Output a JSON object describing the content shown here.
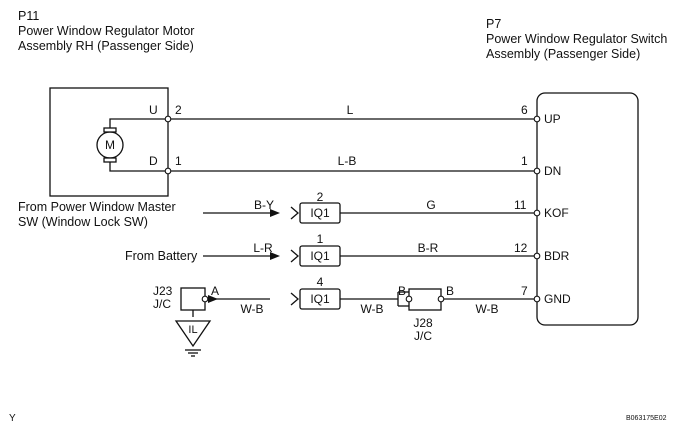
{
  "components": {
    "motor": {
      "id": "P11",
      "line1": "Power Window Regulator Motor",
      "line2": "Assembly RH (Passenger Side)",
      "symbol": "M"
    },
    "switch": {
      "id": "P7",
      "line1": "Power Window Regulator Switch",
      "line2": "Assembly (Passenger Side)"
    }
  },
  "motor_pins": {
    "upper_label": "U",
    "upper_num": "2",
    "lower_label": "D",
    "lower_num": "1"
  },
  "switch_pins": [
    {
      "num": "6",
      "name": "UP"
    },
    {
      "num": "1",
      "name": "DN"
    },
    {
      "num": "11",
      "name": "KOF"
    },
    {
      "num": "12",
      "name": "BDR"
    },
    {
      "num": "7",
      "name": "GND"
    }
  ],
  "wires": {
    "up": "L",
    "dn": "L-B",
    "kof_in": "B-Y",
    "kof_out": "G",
    "bdr_in": "L-R",
    "bdr_out": "B-R",
    "gnd_1": "W-B",
    "gnd_2": "W-B",
    "gnd_3": "W-B"
  },
  "sources": {
    "kof_line1": "From Power Window Master",
    "kof_line2": "SW (Window Lock SW)",
    "bdr": "From Battery"
  },
  "connectors": [
    {
      "num": "2",
      "name": "IQ1"
    },
    {
      "num": "1",
      "name": "IQ1"
    },
    {
      "num": "4",
      "name": "IQ1"
    }
  ],
  "j23": {
    "line1": "J23",
    "line2": "J/C",
    "pin": "A",
    "ground": "IL"
  },
  "j28": {
    "line1": "J28",
    "line2": "J/C",
    "pin_left": "B",
    "pin_right": "B"
  },
  "footer": {
    "left": "Y",
    "right": "B063175E02"
  }
}
